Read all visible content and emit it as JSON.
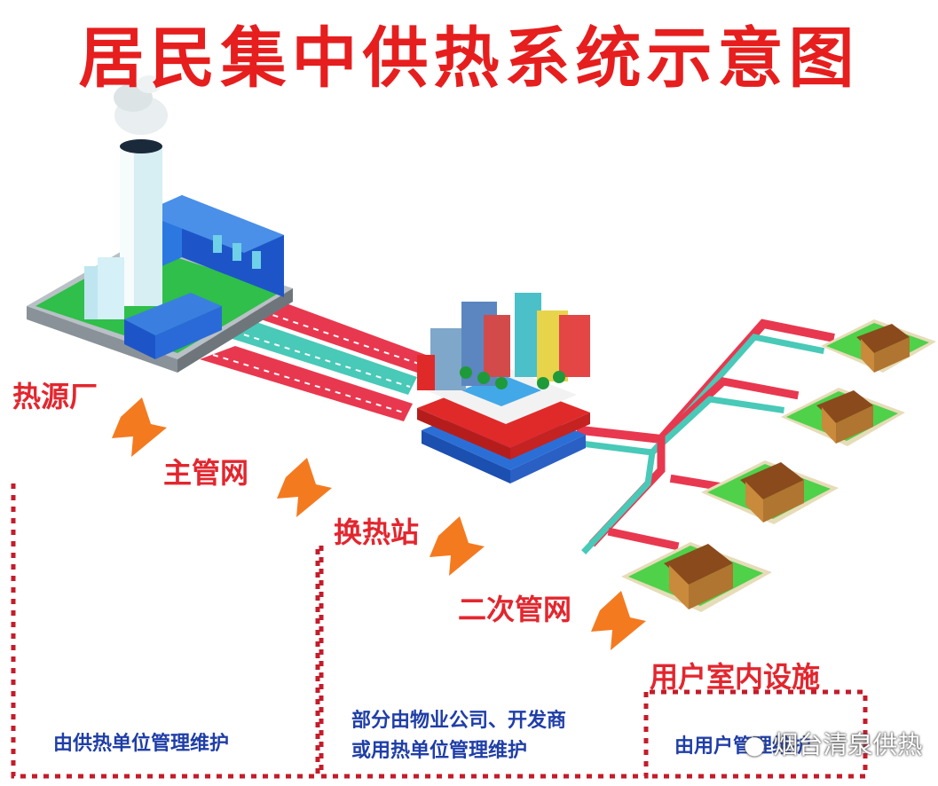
{
  "title": "居民集中供热系统示意图",
  "flow": {
    "heat_source": "热源厂",
    "main_network": "主管网",
    "exchange_station": "换热站",
    "secondary_network": "二次管网",
    "indoor_facility": "用户室内设施"
  },
  "maintenance": {
    "heat_supplier": "由供热单位管理维护",
    "property_line1": "部分由物业公司、开发商",
    "property_line2": "或用热单位管理维护",
    "user": "由用户管理维护"
  },
  "watermark": "烟台清泉供热",
  "colors": {
    "title_red": "#e61e1e",
    "label_red": "#e3262e",
    "maintenance_blue": "#1f3ea8",
    "arrow_orange": "#f47a20",
    "pipe_red": "#e8384f",
    "pipe_teal": "#49c9b8"
  }
}
